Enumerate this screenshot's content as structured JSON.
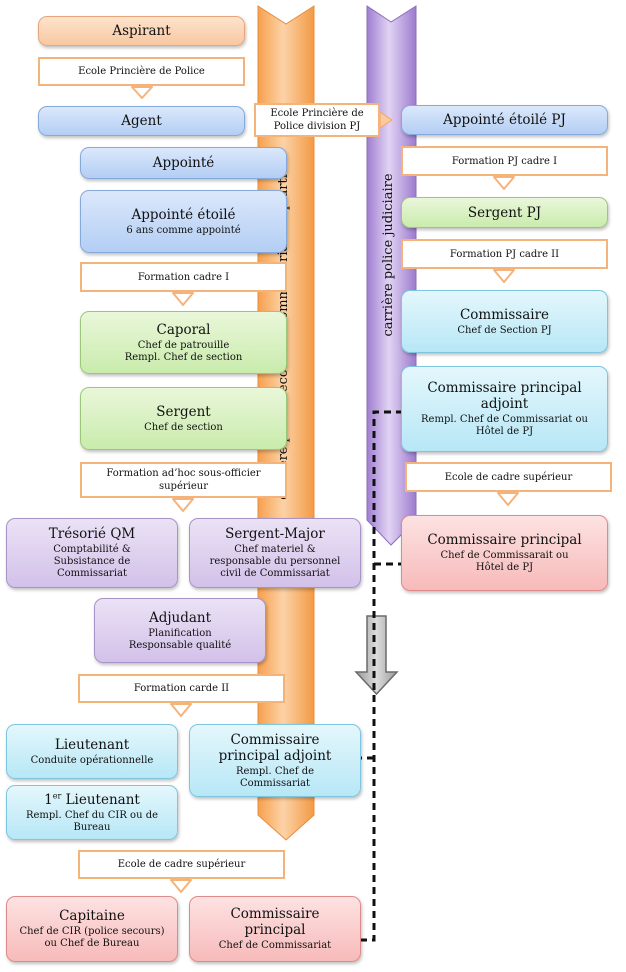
{
  "lane_labels": {
    "left": "carrière police secours et commissariat de quartier",
    "right": "carrière police judiciaire"
  },
  "left_column": {
    "aspirant": "Aspirant",
    "ecole_princiere": "Ecole Princière de Police",
    "agent": "Agent",
    "appointe": "Appointé",
    "appointe_etoile": {
      "title": "Appointé étoilé",
      "sub": "6 ans comme appointé"
    },
    "formation_cadre_1": "Formation cadre I",
    "caporal": {
      "title": "Caporal",
      "sub1": "Chef de patrouille",
      "sub2": "Rempl. Chef de section"
    },
    "sergent": {
      "title": "Sergent",
      "sub": "Chef de section"
    },
    "formation_adhoc": {
      "line1": "Formation ad’hoc sous-officier",
      "line2": "supérieur"
    },
    "tresorier": {
      "title": "Trésorié QM",
      "sub1": "Comptabilité &",
      "sub2": "Subsistance de",
      "sub3": "Commissariat"
    },
    "sergent_major": {
      "title": "Sergent-Major",
      "sub1": "Chef materiel &",
      "sub2": "responsable du personnel",
      "sub3": "civil de Commissariat"
    },
    "adjudant": {
      "title": "Adjudant",
      "sub1": "Planification",
      "sub2": "Responsable qualité"
    },
    "formation_cadre_2": "Formation carde II",
    "lieutenant": {
      "title": "Lieutenant",
      "sub": "Conduite opérationnelle"
    },
    "premier_lieutenant": {
      "title_pre": "1",
      "title_sup": "er",
      "title_post": " Lieutenant",
      "sub1": "Rempl. Chef du CIR ou de",
      "sub2": "Bureau"
    },
    "comm_princ_adj": {
      "title1": "Commissaire",
      "title2": "principal adjoint",
      "sub1": "Rempl. Chef de",
      "sub2": "Commissariat"
    },
    "ecole_cadre_sup": "Ecole de cadre supérieur",
    "capitaine": {
      "title": "Capitaine",
      "sub1": "Chef de CIR (police secours)",
      "sub2": "ou Chef de Bureau"
    },
    "comm_princ": {
      "title1": "Commissaire",
      "title2": "principal",
      "sub": "Chef de Commissariat"
    }
  },
  "right_column": {
    "ecole_division_pj": {
      "line1": "Ecole Princière de",
      "line2": "Police division PJ"
    },
    "appointe_etoile_pj": "Appointé étoilé PJ",
    "formation_pj_1": "Formation PJ cadre I",
    "sergent_pj": "Sergent PJ",
    "formation_pj_2": "Formation PJ cadre II",
    "commissaire": {
      "title": "Commissaire",
      "sub": "Chef de Section PJ"
    },
    "comm_princ_adj_pj": {
      "title1": "Commissaire principal",
      "title2": "adjoint",
      "sub1": "Rempl. Chef de Commissariat ou",
      "sub2": "Hôtel de PJ"
    },
    "ecole_cadre_sup_pj": "Ecole de cadre supérieur",
    "comm_princ_pj": {
      "title": "Commissaire principal",
      "sub1": "Chef de Commissarait ou",
      "sub2": "Hôtel de PJ"
    }
  },
  "colors": {
    "orange_lane": "#f9a24a",
    "purple_lane": "#a98ad6",
    "transition_border": "#f5b37c",
    "gray_arrow": "#b9b9b9"
  }
}
